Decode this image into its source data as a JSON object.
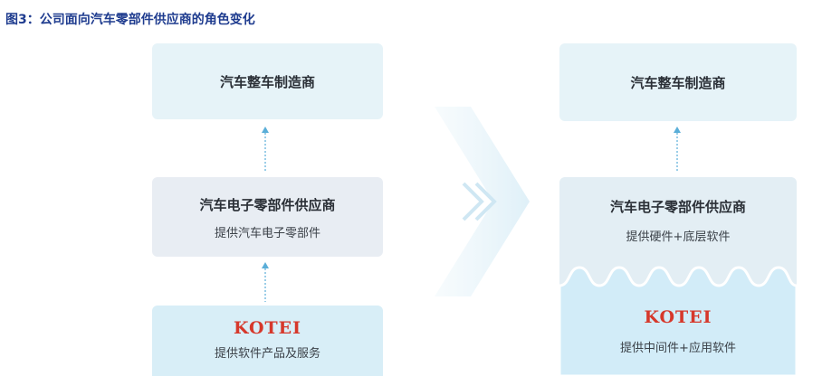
{
  "figure_title": "图3：公司面向汽车零部件供应商的角色变化",
  "colors": {
    "title_blue": "#1f3c8f",
    "top_box": "#e6f3f8",
    "mid_box": "#e8edf3",
    "kotei_box": "#d8eef7",
    "right_combined": "#e3eef4",
    "wave_blue": "#d2ecf8",
    "kotei_red": "#d6382b",
    "arrow_blue": "#5aaed8"
  },
  "left": {
    "top_box": "汽车整车制造商",
    "middle_box": {
      "title": "汽车电子零部件供应商",
      "subtitle": "提供汽车电子零部件"
    },
    "bottom_box": {
      "brand": "KOTEI",
      "subtitle": "提供软件产品及服务"
    }
  },
  "right": {
    "top_box": "汽车整车制造商",
    "upper": {
      "title": "汽车电子零部件供应商",
      "subtitle": "提供硬件+底层软件"
    },
    "lower": {
      "brand": "KOTEI",
      "subtitle": "提供中间件+应用软件"
    }
  }
}
